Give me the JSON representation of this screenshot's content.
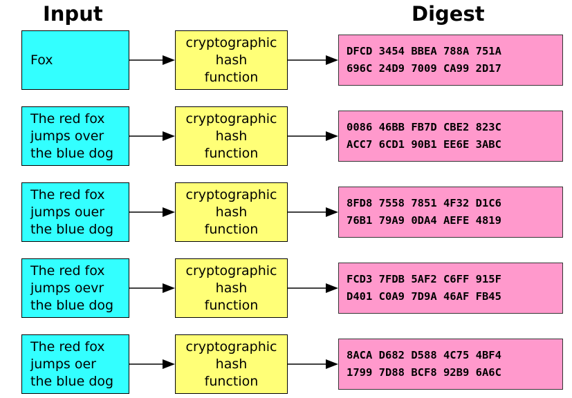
{
  "headings": {
    "input": "Input",
    "digest": "Digest"
  },
  "rows": [
    {
      "input": "Fox",
      "hash_label": "cryptographic\nhash\nfunction",
      "digest": [
        "DFCD 3454 BBEA 788A 751A",
        "696C 24D9 7009 CA99 2D17"
      ]
    },
    {
      "input": "The red fox\njumps over\nthe blue dog",
      "hash_label": "cryptographic\nhash\nfunction",
      "digest": [
        "0086 46BB FB7D CBE2 823C",
        "ACC7 6CD1 90B1 EE6E 3ABC"
      ]
    },
    {
      "input": "The red fox\njumps ouer\nthe blue dog",
      "hash_label": "cryptographic\nhash\nfunction",
      "digest": [
        "8FD8 7558 7851 4F32 D1C6",
        "76B1 79A9 0DA4 AEFE 4819"
      ]
    },
    {
      "input": "The red fox\njumps oevr\nthe blue dog",
      "hash_label": "cryptographic\nhash\nfunction",
      "digest": [
        "FCD3 7FDB 5AF2 C6FF 915F",
        "D401 C0A9 7D9A 46AF FB45"
      ]
    },
    {
      "input": "The red fox\njumps oer\nthe blue dog",
      "hash_label": "cryptographic\nhash\nfunction",
      "digest": [
        "8ACA D682 D588 4C75 4BF4",
        "1799 7D88 BCF8 92B9 6A6C"
      ]
    }
  ],
  "colors": {
    "input_box": "#33ffff",
    "hash_box": "#ffff77",
    "digest_box": "#ff99cc"
  }
}
